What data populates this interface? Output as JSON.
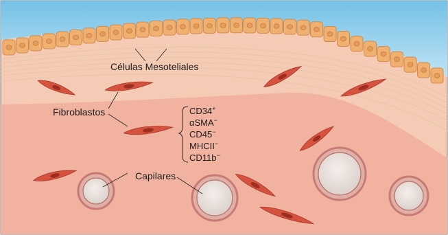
{
  "labels": {
    "mesothelial": "Células Mesoteliales",
    "fibroblasts": "Fibroblastos",
    "capillaries": "Capilares"
  },
  "markers": [
    {
      "name": "CD34",
      "sign": "+"
    },
    {
      "name": "αSMA",
      "sign": "−"
    },
    {
      "name": "CD45",
      "sign": "−"
    },
    {
      "name": "MHCII",
      "sign": "−"
    },
    {
      "name": "CD11b",
      "sign": "−"
    }
  ],
  "colors": {
    "sky": "#86cbe9",
    "tissue": "#f4c6ae",
    "deep_tissue": "#f0aa98",
    "mesothelial_cell": "#f0b070",
    "fibroblast": "#d6523f",
    "capillary": "#c87a74"
  }
}
